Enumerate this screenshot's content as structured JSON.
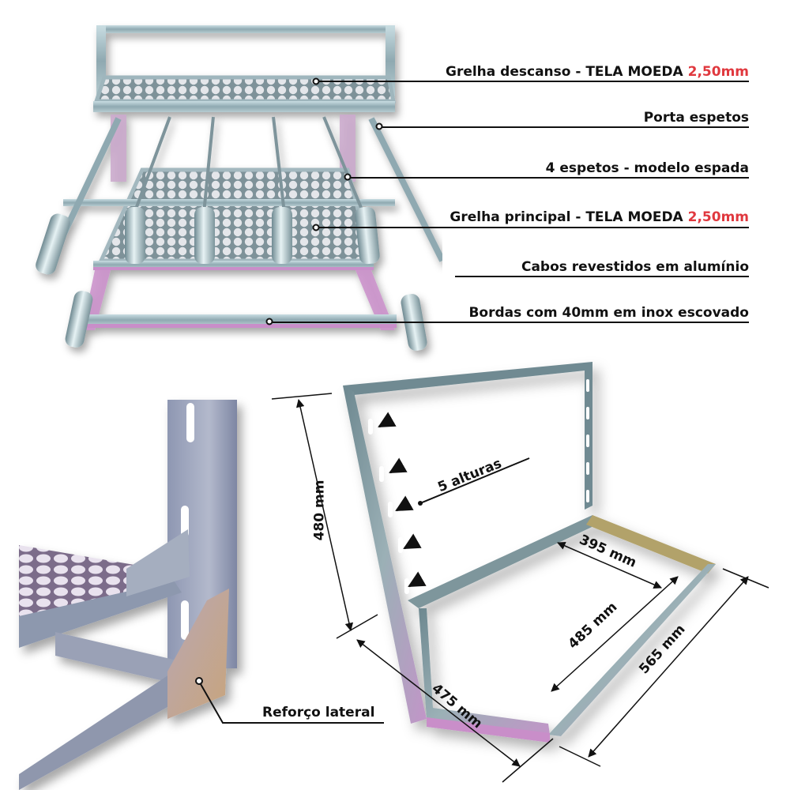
{
  "product_top": {
    "callouts": [
      {
        "text": "Grelha descanso - TELA MOEDA ",
        "highlight": "2,50mm"
      },
      {
        "text": "Porta espetos",
        "highlight": ""
      },
      {
        "text": "4 espetos - modelo espada",
        "highlight": ""
      },
      {
        "text": "Grelha principal - TELA  MOEDA ",
        "highlight": "2,50mm"
      },
      {
        "text": "Cabos revestidos em alumínio",
        "highlight": ""
      },
      {
        "text": "Bordas com 40mm em inox escovado",
        "highlight": ""
      }
    ]
  },
  "detail_bottom_left": {
    "callout": "Reforço lateral"
  },
  "frame_bottom_right": {
    "heights_label": "5 alturas",
    "dimensions": {
      "height": "480 mm",
      "inner_width": "395 mm",
      "inner_depth": "485 mm",
      "outer_width": "475 mm",
      "outer_depth": "565 mm"
    }
  },
  "colors": {
    "text": "#111111",
    "highlight_red": "#e0383e",
    "steel": "#9fb6bd",
    "steel_dark": "#6f8890",
    "tint_pink": "#c98ec9"
  }
}
